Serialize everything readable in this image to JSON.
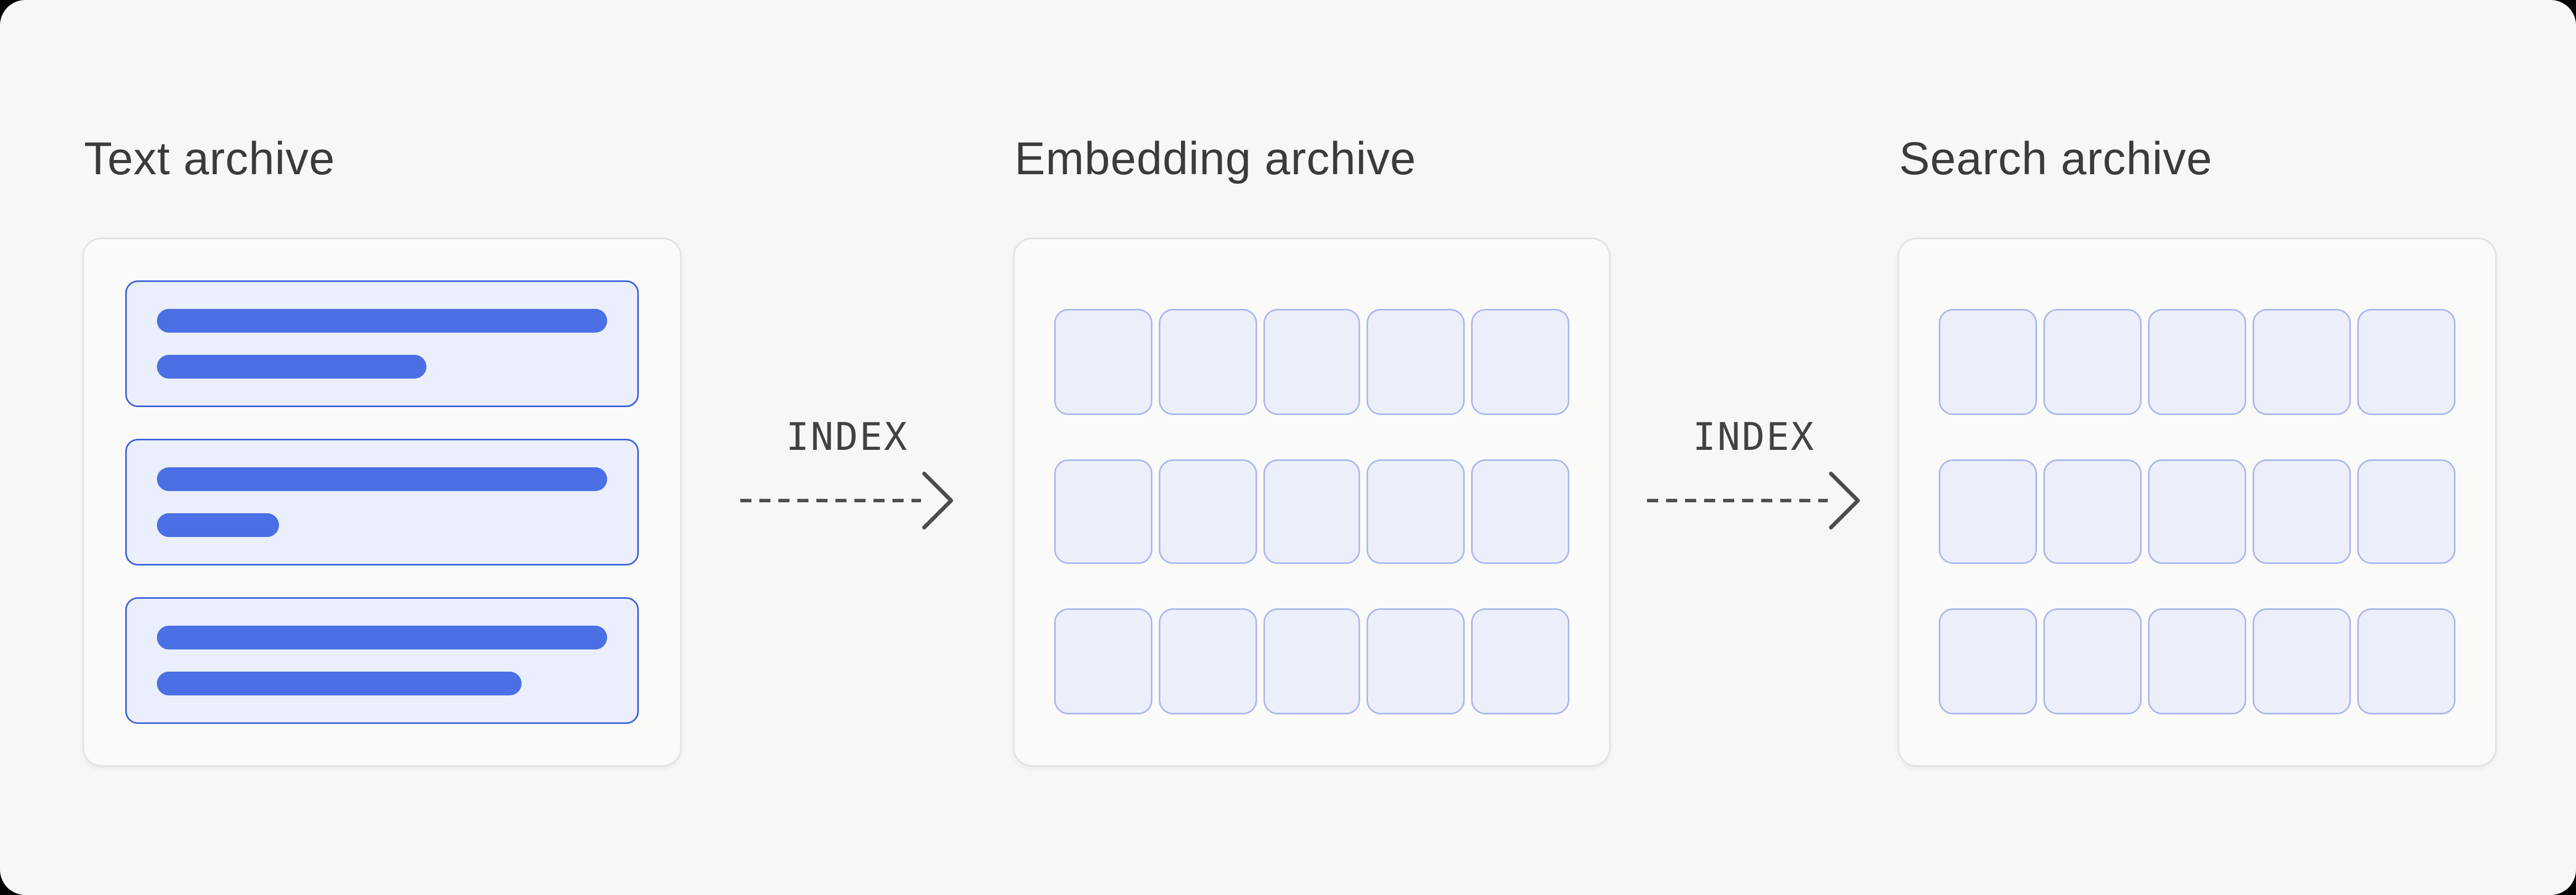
{
  "page": {
    "background": "#f7f7f6",
    "canvas_background": "#050505"
  },
  "colors": {
    "accent_blue": "#4b6fe4",
    "doc_border": "#3f63dc",
    "doc_fill": "#ebeffb",
    "cell_border": "#aab9ee",
    "cell_fill": "#eceffa",
    "card_background": "#fafaf9",
    "card_border": "#e4e3e1",
    "title_color": "#3b3b3b",
    "arrow_color": "#4c4c4c",
    "index_label_color": "#424242"
  },
  "panels": [
    {
      "title": "Text archive",
      "type": "documents",
      "documents": [
        {
          "line_widths_pct": [
            100,
            60
          ]
        },
        {
          "line_widths_pct": [
            100,
            27
          ]
        },
        {
          "line_widths_pct": [
            100,
            81
          ]
        }
      ]
    },
    {
      "title": "Embedding archive",
      "type": "grid",
      "rows": 3,
      "cols": 5
    },
    {
      "title": "Search archive",
      "type": "grid",
      "rows": 3,
      "cols": 5
    }
  ],
  "arrows": [
    {
      "label": "INDEX"
    },
    {
      "label": "INDEX"
    }
  ]
}
